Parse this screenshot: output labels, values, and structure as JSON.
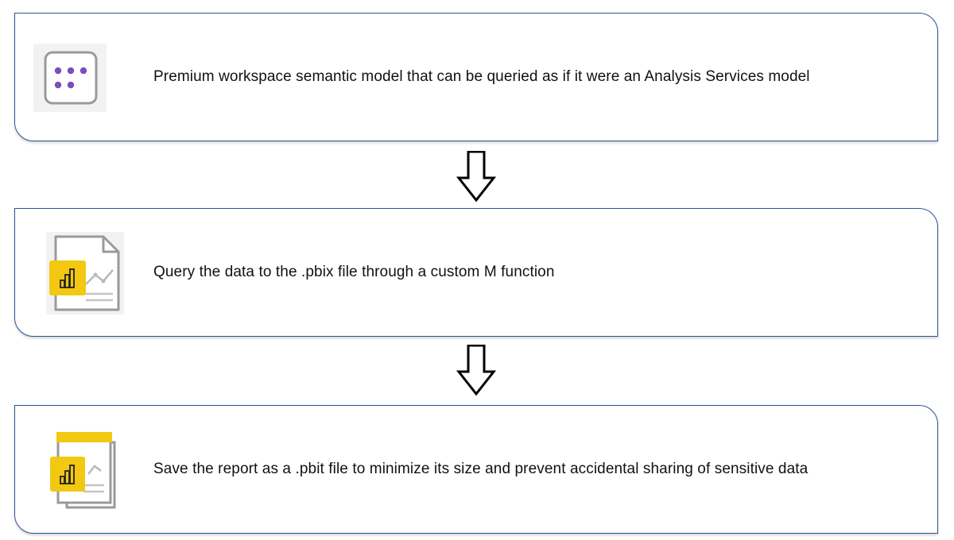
{
  "steps": [
    {
      "icon": "semantic-model-icon",
      "text": "Premium workspace semantic model that can be queried as if it were an Analysis Services model"
    },
    {
      "icon": "pbix-report-file-icon",
      "text": "Query the data to the .pbix file through a custom M function"
    },
    {
      "icon": "pbit-template-file-icon",
      "text": "Save the report as a .pbit file to minimize its size and prevent accidental sharing of sensitive data"
    }
  ],
  "connectors": [
    "down-arrow-icon",
    "down-arrow-icon"
  ],
  "colors": {
    "box_border": "#2f5597",
    "model_dots": "#7c4dbd",
    "powerbi_yellow": "#f2c811",
    "text": "#111111"
  }
}
